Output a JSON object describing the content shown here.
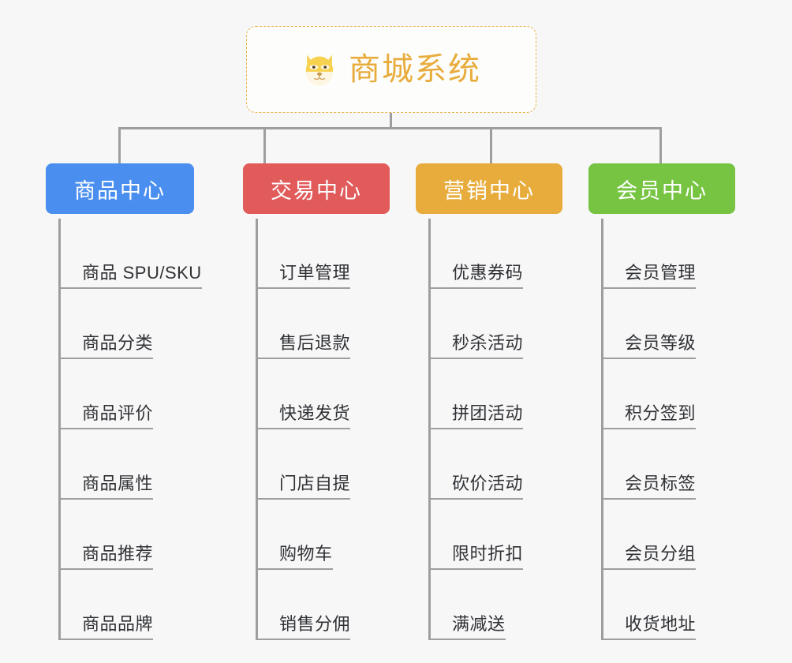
{
  "diagram": {
    "title": "商城系统",
    "root": {
      "label": "商城系统",
      "icon": "shiba-dog-face-icon",
      "text_color": "#e8ac3c",
      "border_color": "#e8b352",
      "background": "#fdfdfc"
    },
    "connector_color": "#9e9e9e",
    "background": "#f7f7f7",
    "columns": [
      {
        "label": "商品中心",
        "color": "#4a8ff0",
        "items": [
          "商品 SPU/SKU",
          "商品分类",
          "商品评价",
          "商品属性",
          "商品推荐",
          "商品品牌"
        ]
      },
      {
        "label": "交易中心",
        "color": "#e15b5b",
        "items": [
          "订单管理",
          "售后退款",
          "快递发货",
          "门店自提",
          "购物车",
          "销售分佣"
        ]
      },
      {
        "label": "营销中心",
        "color": "#e8ac3c",
        "items": [
          "优惠券码",
          "秒杀活动",
          "拼团活动",
          "砍价活动",
          "限时折扣",
          "满减送"
        ]
      },
      {
        "label": "会员中心",
        "color": "#76c442",
        "items": [
          "会员管理",
          "会员等级",
          "积分签到",
          "会员标签",
          "会员分组",
          "收货地址"
        ]
      }
    ]
  }
}
